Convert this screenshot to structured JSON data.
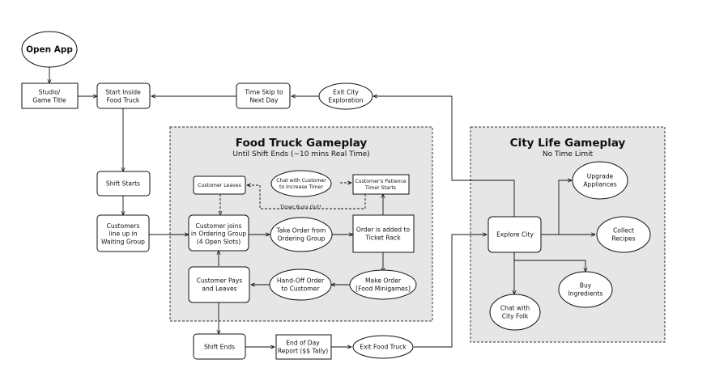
{
  "regions": {
    "food_truck": {
      "title": "Food Truck Gameplay",
      "subtitle": "Until Shift Ends (~10 mins Real Time)"
    },
    "city_life": {
      "title": "City Life Gameplay",
      "subtitle": "No Time Limit"
    }
  },
  "nodes": {
    "open_app": {
      "lines": [
        "Open App"
      ]
    },
    "studio_title": {
      "lines": [
        "Studio/",
        "Game Title"
      ]
    },
    "start_inside": {
      "lines": [
        "Start Inside",
        "Food Truck"
      ]
    },
    "time_skip": {
      "lines": [
        "Time Skip to",
        "Next Day"
      ]
    },
    "exit_city": {
      "lines": [
        "Exit City",
        "Exploration"
      ]
    },
    "shift_starts": {
      "lines": [
        "Shift Starts"
      ]
    },
    "customers_line_up": {
      "lines": [
        "Customers",
        "line up in",
        "Waiting Group"
      ]
    },
    "customer_leaves": {
      "lines": [
        "Customer Leaves"
      ]
    },
    "chat_customer": {
      "lines": [
        "Chat with Customer",
        "to Increase Timer"
      ]
    },
    "patience_timer": {
      "lines": [
        "Customer's Patience",
        "Timer Starts"
      ]
    },
    "customer_joins": {
      "lines": [
        "Customer joins",
        "in Ordering Group",
        "(4 Open Slots)"
      ]
    },
    "take_order": {
      "lines": [
        "Take Order from",
        "Ordering Group"
      ]
    },
    "order_added": {
      "lines": [
        "Order is added to",
        "Ticket Rack"
      ]
    },
    "customer_pays": {
      "lines": [
        "Customer Pays",
        "and Leaves"
      ]
    },
    "hand_off": {
      "lines": [
        "Hand-Off Order",
        "to Customer"
      ]
    },
    "make_order": {
      "lines": [
        "Make Order",
        "[Food Minigames]"
      ]
    },
    "shift_ends": {
      "lines": [
        "Shift Ends"
      ]
    },
    "end_of_day": {
      "lines": [
        "End of Day",
        "Report ($$ Tally)"
      ]
    },
    "exit_food_truck": {
      "lines": [
        "Exit Food Truck"
      ]
    },
    "explore_city": {
      "lines": [
        "Explore City"
      ]
    },
    "upgrade_appliances": {
      "lines": [
        "Upgrade",
        "Appliances"
      ]
    },
    "collect_recipes": {
      "lines": [
        "Collect",
        "Recipes"
      ]
    },
    "buy_ingredients": {
      "lines": [
        "Buy",
        "Ingredients"
      ]
    },
    "chat_city_folk": {
      "lines": [
        "Chat with",
        "City Folk"
      ]
    }
  },
  "edge_labels": {
    "timer_runs_out": "Timer Runs Out!"
  }
}
